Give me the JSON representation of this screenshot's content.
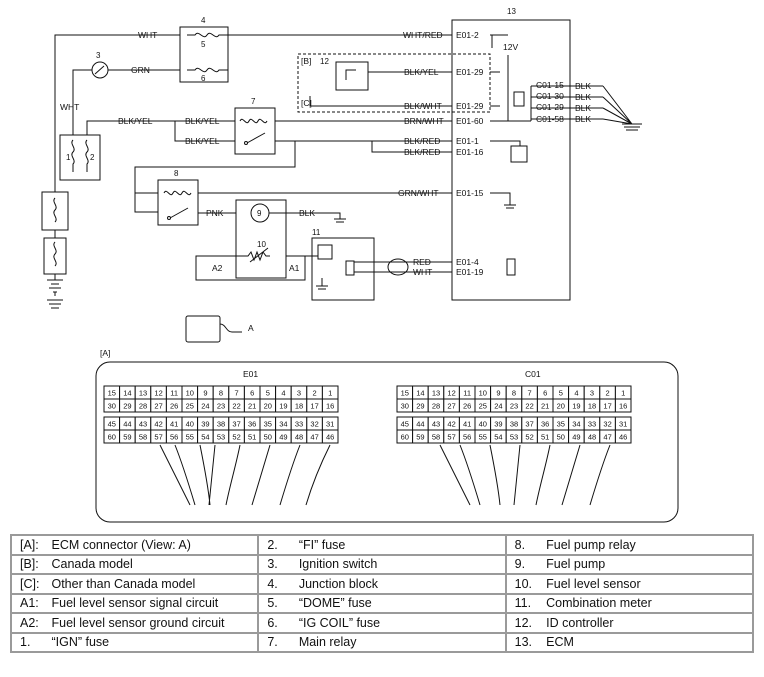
{
  "diagram": {
    "wire_colors": {
      "wht": "WHT",
      "grn": "GRN",
      "blk_yel": "BLK/YEL",
      "wht_red": "WHT/RED",
      "blk_wht": "BLK/WHT",
      "brn_wht": "BRN/WHT",
      "blk_red": "BLK/RED",
      "grn_wht": "GRN/WHT",
      "pnk": "PNK",
      "blk": "BLK",
      "red": "RED"
    },
    "pins": {
      "e01_2": "E01-2",
      "e01_29": "E01-29",
      "e01_60": "E01-60",
      "e01_1": "E01-1",
      "e01_16": "E01-16",
      "e01_15": "E01-15",
      "e01_4": "E01-4",
      "e01_19": "E01-19",
      "c01_15": "C01-15",
      "c01_30": "C01-30",
      "c01_29": "C01-29",
      "c01_58": "C01-58"
    },
    "voltage": "12V",
    "callouts": {
      "n1": "1",
      "n2": "2",
      "n3": "3",
      "n4": "4",
      "n5": "5",
      "n6": "6",
      "n7": "7",
      "n8": "8",
      "n9": "9",
      "n10": "10",
      "n11": "11",
      "n12": "12",
      "n13": "13",
      "a1": "A1",
      "a2": "A2",
      "b": "[B]",
      "c": "[C]",
      "a": "A"
    },
    "connector_view": {
      "tag": "[A]",
      "e01_label": "E01",
      "c01_label": "C01",
      "rows": [
        [
          "15",
          "14",
          "13",
          "12",
          "11",
          "10",
          "9",
          "8",
          "7",
          "6",
          "5",
          "4",
          "3",
          "2",
          "1"
        ],
        [
          "30",
          "29",
          "28",
          "27",
          "26",
          "25",
          "24",
          "23",
          "22",
          "21",
          "20",
          "19",
          "18",
          "17",
          "16"
        ],
        [
          "45",
          "44",
          "43",
          "42",
          "41",
          "40",
          "39",
          "38",
          "37",
          "36",
          "35",
          "34",
          "33",
          "32",
          "31"
        ],
        [
          "60",
          "59",
          "58",
          "57",
          "56",
          "55",
          "54",
          "53",
          "52",
          "51",
          "50",
          "49",
          "48",
          "47",
          "46"
        ]
      ]
    }
  },
  "legend": [
    [
      {
        "code": "[A]:",
        "text": "ECM connector (View: A)"
      },
      {
        "code": "2.",
        "text": "“FI” fuse"
      },
      {
        "code": "8.",
        "text": "Fuel pump relay"
      }
    ],
    [
      {
        "code": "[B]:",
        "text": "Canada model"
      },
      {
        "code": "3.",
        "text": "Ignition switch"
      },
      {
        "code": "9.",
        "text": "Fuel pump"
      }
    ],
    [
      {
        "code": "[C]:",
        "text": "Other than Canada model"
      },
      {
        "code": "4.",
        "text": "Junction block"
      },
      {
        "code": "10.",
        "text": "Fuel level sensor"
      }
    ],
    [
      {
        "code": "A1:",
        "text": "Fuel level sensor signal circuit"
      },
      {
        "code": "5.",
        "text": "“DOME” fuse"
      },
      {
        "code": "11.",
        "text": "Combination meter"
      }
    ],
    [
      {
        "code": "A2:",
        "text": "Fuel level sensor ground circuit"
      },
      {
        "code": "6.",
        "text": "“IG COIL” fuse"
      },
      {
        "code": "12.",
        "text": "ID controller"
      }
    ],
    [
      {
        "code": "1.",
        "text": "“IGN” fuse"
      },
      {
        "code": "7.",
        "text": "Main relay"
      },
      {
        "code": "13.",
        "text": "ECM"
      }
    ]
  ]
}
